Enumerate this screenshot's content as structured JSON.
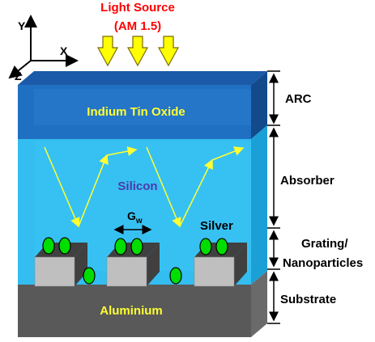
{
  "light_source": {
    "line1": "Light Source",
    "line2": "(AM 1.5)",
    "arrow_color": "#ffff00"
  },
  "axes": {
    "y": "Y",
    "x": "X",
    "z": "Z"
  },
  "layers": {
    "ito": {
      "label": "Indium Tin Oxide",
      "color": "#1f6fc2"
    },
    "silicon": {
      "label": "Silicon",
      "color": "#33bdf0"
    },
    "substrate": {
      "label": "Aluminium",
      "color": "#595959"
    }
  },
  "annotations": {
    "gw_main": "G",
    "gw_sub": "w",
    "silver": "Silver"
  },
  "brackets": {
    "arc": "ARC",
    "absorber": "Absorber",
    "grating_line1": "Grating/",
    "grating_line2": "Nanoparticles",
    "substrate": "Substrate"
  },
  "colors": {
    "title": "#ff0000",
    "layer_text": "#ffff33",
    "silicon_text": "#4b3aa8",
    "nanoparticle": "#00dd00",
    "grating_block": "#bfbfbf",
    "grating_top": "#404040"
  }
}
